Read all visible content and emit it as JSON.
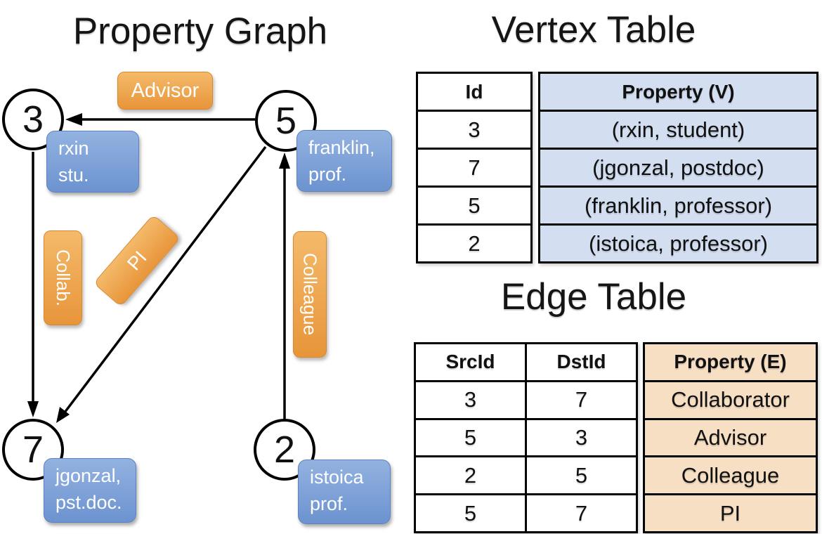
{
  "titles": {
    "graph": "Property Graph",
    "vertex": "Vertex Table",
    "edge": "Edge Table"
  },
  "graph": {
    "nodes": {
      "n3": "3",
      "n5": "5",
      "n7": "7",
      "n2": "2"
    },
    "node_labels": {
      "rxin": {
        "line1": "rxin",
        "line2": "stu."
      },
      "franklin": {
        "line1": "franklin,",
        "line2": "prof."
      },
      "jgonzal": {
        "line1": "jgonzal,",
        "line2": "pst.doc."
      },
      "istoica": {
        "line1": "istoica",
        "line2": "prof."
      }
    },
    "edge_labels": {
      "advisor": "Advisor",
      "collab": "Collab.",
      "pi": "PI",
      "colleague": "Colleague"
    },
    "edges": [
      {
        "src": "5",
        "dst": "3",
        "label": "Advisor"
      },
      {
        "src": "3",
        "dst": "7",
        "label": "Collab."
      },
      {
        "src": "5",
        "dst": "7",
        "label": "PI"
      },
      {
        "src": "2",
        "dst": "5",
        "label": "Colleague"
      }
    ]
  },
  "vertex_table": {
    "headers": {
      "id": "Id",
      "property": "Property (V)"
    },
    "rows": [
      {
        "id": "3",
        "property": "(rxin, student)"
      },
      {
        "id": "7",
        "property": "(jgonzal, postdoc)"
      },
      {
        "id": "5",
        "property": "(franklin, professor)"
      },
      {
        "id": "2",
        "property": "(istoica, professor)"
      }
    ]
  },
  "edge_table": {
    "headers": {
      "src": "SrcId",
      "dst": "DstId",
      "property": "Property (E)"
    },
    "rows": [
      {
        "src": "3",
        "dst": "7",
        "property": "Collaborator"
      },
      {
        "src": "5",
        "dst": "3",
        "property": "Advisor"
      },
      {
        "src": "2",
        "dst": "5",
        "property": "Colleague"
      },
      {
        "src": "5",
        "dst": "7",
        "property": "PI"
      }
    ]
  },
  "colors": {
    "edge_label_fill_top": "#f4ba6a",
    "edge_label_fill_bottom": "#e8953a",
    "edge_label_border": "#d8882f",
    "vertex_label_fill_top": "#93b2e0",
    "vertex_label_fill_bottom": "#6c93d0",
    "vertex_label_border": "#5c83bf",
    "vertex_table_cell": "#d3dff1",
    "edge_table_cell": "#f7dfc4",
    "line": "#000000",
    "label_text": "#ffffff"
  }
}
